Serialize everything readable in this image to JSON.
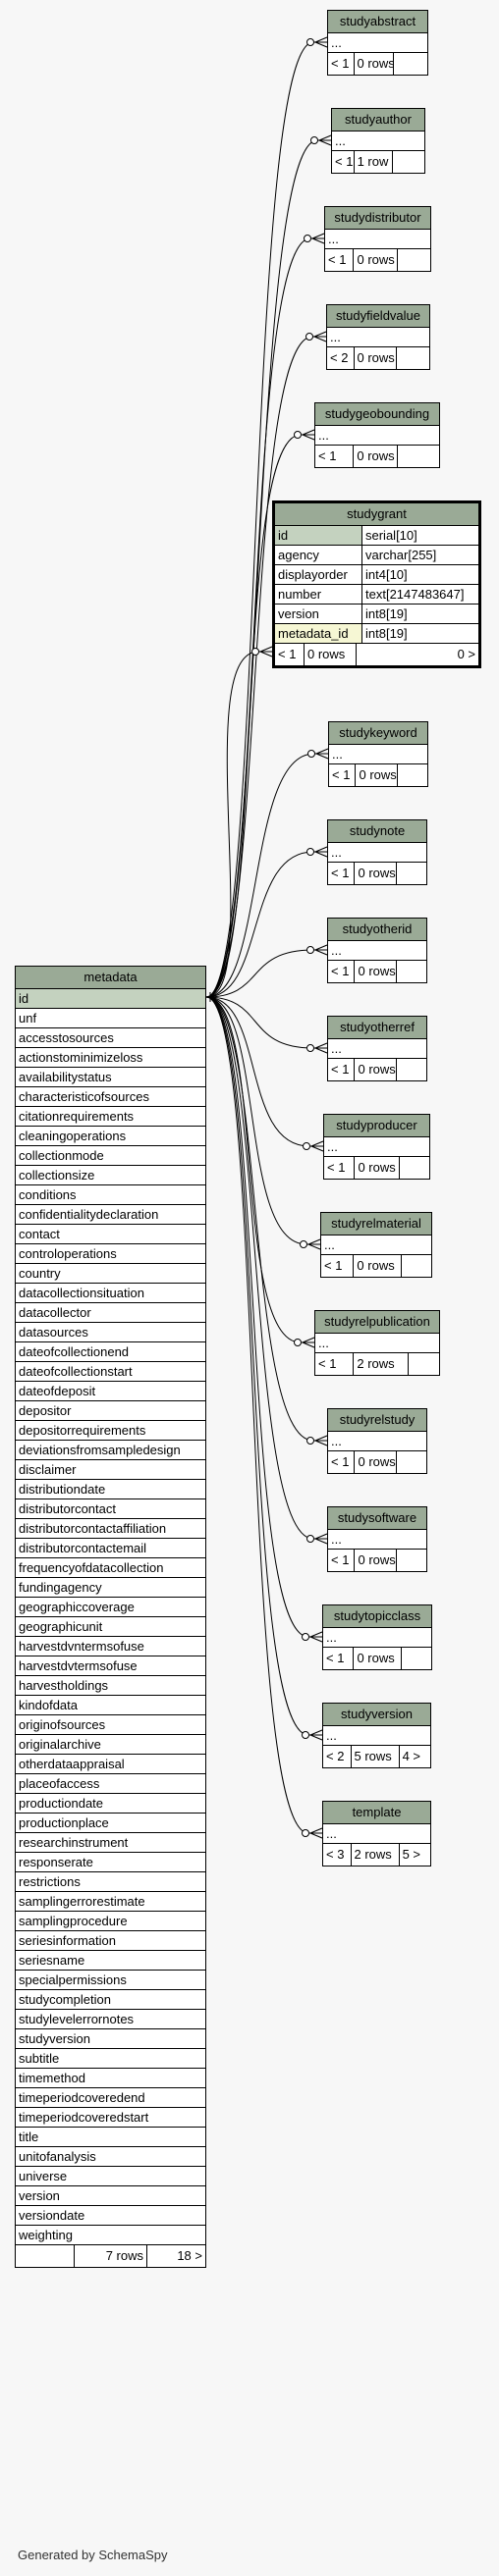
{
  "satellites": [
    {
      "name": "studyabstract",
      "placeholder": "...",
      "stats": [
        "< 1",
        "0 rows",
        ""
      ]
    },
    {
      "name": "studyauthor",
      "placeholder": "...",
      "stats": [
        "< 1",
        "1 row",
        ""
      ]
    },
    {
      "name": "studydistributor",
      "placeholder": "...",
      "stats": [
        "< 1",
        "0 rows",
        ""
      ]
    },
    {
      "name": "studyfieldvalue",
      "placeholder": "...",
      "stats": [
        "< 2",
        "0 rows",
        ""
      ]
    },
    {
      "name": "studygeobounding",
      "placeholder": "...",
      "stats": [
        "< 1",
        "0 rows",
        ""
      ]
    },
    {
      "name": "studykeyword",
      "placeholder": "...",
      "stats": [
        "< 1",
        "0 rows",
        ""
      ]
    },
    {
      "name": "studynote",
      "placeholder": "...",
      "stats": [
        "< 1",
        "0 rows",
        ""
      ]
    },
    {
      "name": "studyotherid",
      "placeholder": "...",
      "stats": [
        "< 1",
        "0 rows",
        ""
      ]
    },
    {
      "name": "studyotherref",
      "placeholder": "...",
      "stats": [
        "< 1",
        "0 rows",
        ""
      ]
    },
    {
      "name": "studyproducer",
      "placeholder": "...",
      "stats": [
        "< 1",
        "0 rows",
        ""
      ]
    },
    {
      "name": "studyrelmaterial",
      "placeholder": "...",
      "stats": [
        "< 1",
        "0 rows",
        ""
      ]
    },
    {
      "name": "studyrelpublication",
      "placeholder": "...",
      "stats": [
        "< 1",
        "2 rows",
        ""
      ]
    },
    {
      "name": "studyrelstudy",
      "placeholder": "...",
      "stats": [
        "< 1",
        "0 rows",
        ""
      ]
    },
    {
      "name": "studysoftware",
      "placeholder": "...",
      "stats": [
        "< 1",
        "0 rows",
        ""
      ]
    },
    {
      "name": "studytopicclass",
      "placeholder": "...",
      "stats": [
        "< 1",
        "0 rows",
        ""
      ]
    },
    {
      "name": "studyversion",
      "placeholder": "...",
      "stats": [
        "< 2",
        "5 rows",
        "4 >"
      ]
    },
    {
      "name": "template",
      "placeholder": "...",
      "stats": [
        "< 3",
        "2 rows",
        "5 >"
      ]
    }
  ],
  "studygrant": {
    "name": "studygrant",
    "columns": [
      {
        "name": "id",
        "type": "serial[10]",
        "kind": "pk"
      },
      {
        "name": "agency",
        "type": "varchar[255]",
        "kind": ""
      },
      {
        "name": "displayorder",
        "type": "int4[10]",
        "kind": ""
      },
      {
        "name": "number",
        "type": "text[2147483647]",
        "kind": ""
      },
      {
        "name": "version",
        "type": "int8[19]",
        "kind": ""
      },
      {
        "name": "metadata_id",
        "type": "int8[19]",
        "kind": "fk"
      }
    ],
    "stats": [
      "< 1",
      "0 rows",
      "0 >"
    ]
  },
  "metadata": {
    "name": "metadata",
    "columns": [
      "id",
      "unf",
      "accesstosources",
      "actionstominimizeloss",
      "availabilitystatus",
      "characteristicofsources",
      "citationrequirements",
      "cleaningoperations",
      "collectionmode",
      "collectionsize",
      "conditions",
      "confidentialitydeclaration",
      "contact",
      "controloperations",
      "country",
      "datacollectionsituation",
      "datacollector",
      "datasources",
      "dateofcollectionend",
      "dateofcollectionstart",
      "dateofdeposit",
      "depositor",
      "depositorrequirements",
      "deviationsfromsampledesign",
      "disclaimer",
      "distributiondate",
      "distributorcontact",
      "distributorcontactaffiliation",
      "distributorcontactemail",
      "frequencyofdatacollection",
      "fundingagency",
      "geographiccoverage",
      "geographicunit",
      "harvestdvntermsofuse",
      "harvestdvtermsofuse",
      "harvestholdings",
      "kindofdata",
      "originofsources",
      "originalarchive",
      "otherdataappraisal",
      "placeofaccess",
      "productiondate",
      "productionplace",
      "researchinstrument",
      "responserate",
      "restrictions",
      "samplingerrorestimate",
      "samplingprocedure",
      "seriesinformation",
      "seriesname",
      "specialpermissions",
      "studycompletion",
      "studylevelerrornotes",
      "studyversion",
      "subtitle",
      "timemethod",
      "timeperiodcoveredend",
      "timeperiodcoveredstart",
      "title",
      "unitofanalysis",
      "universe",
      "version",
      "versiondate",
      "weighting"
    ],
    "stats": [
      "",
      "7 rows",
      "18 >"
    ]
  },
  "footer": "Generated by SchemaSpy",
  "colors": {
    "header": "#9aaa96",
    "pk": "#c4d2bf",
    "fk": "#f6f7d4",
    "background": "#f7f7f7"
  }
}
